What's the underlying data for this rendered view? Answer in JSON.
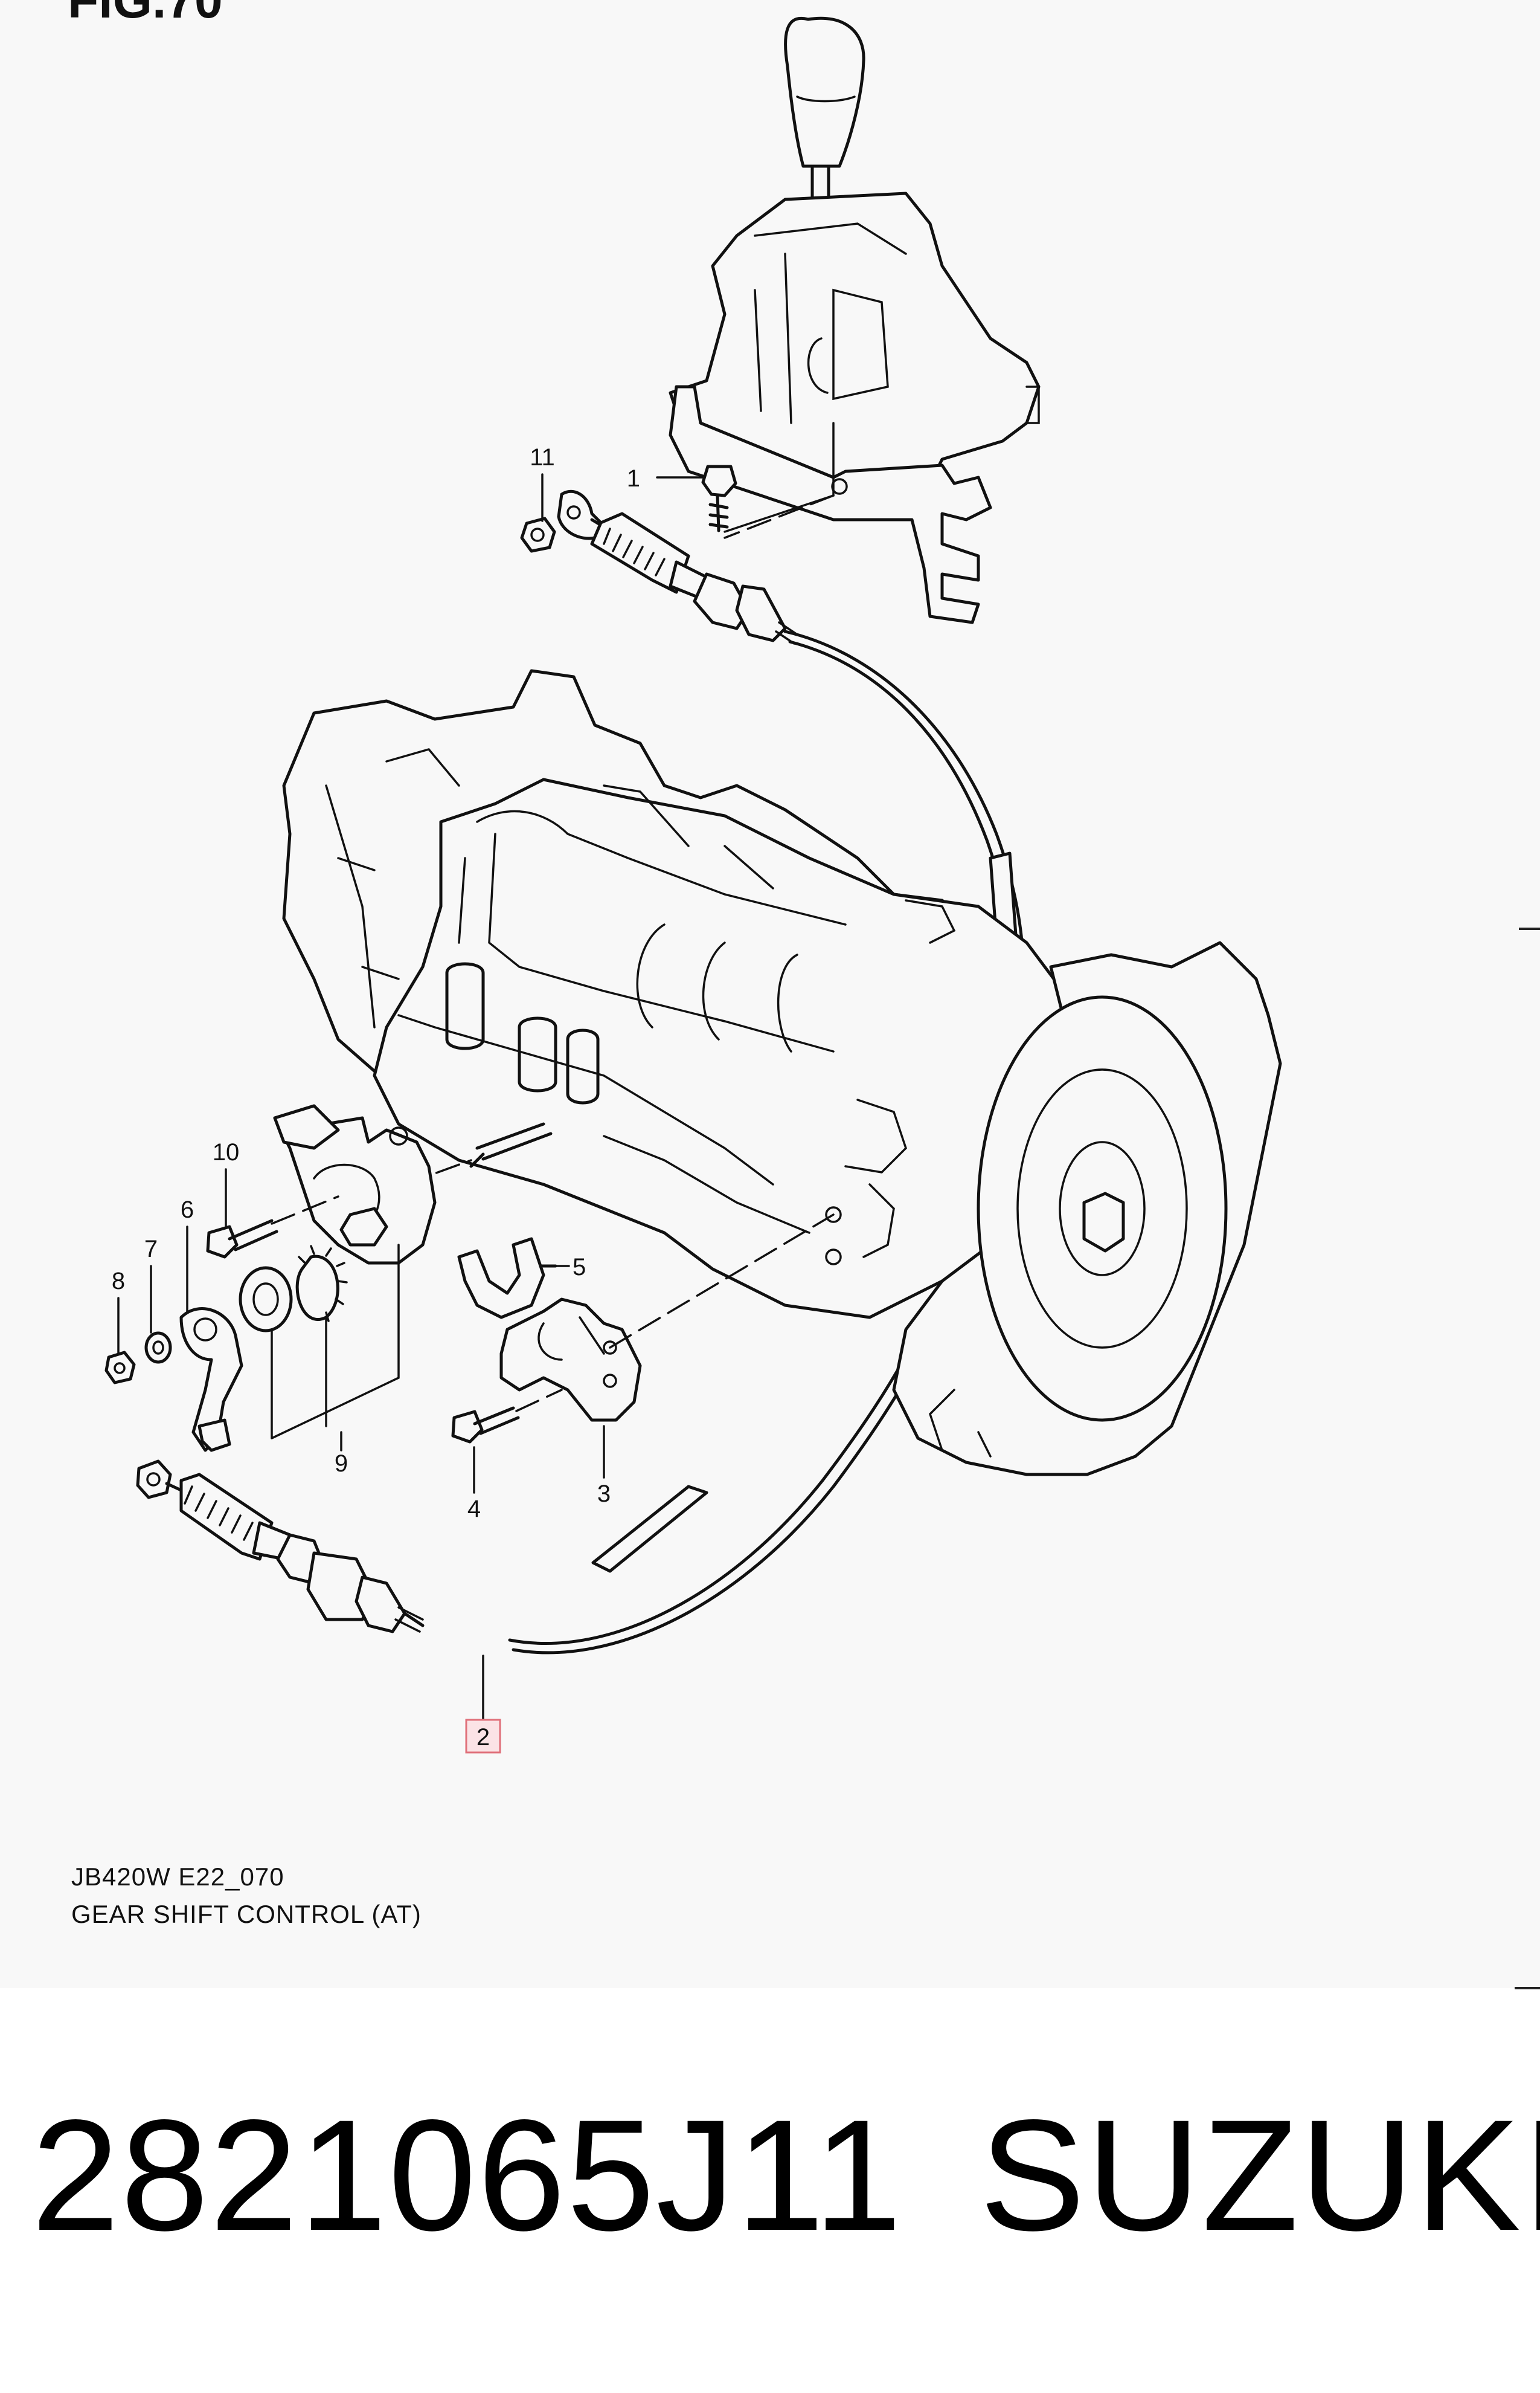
{
  "figure": {
    "label": "FIG.70"
  },
  "caption": {
    "code": "JB420W E22_070",
    "title": "GEAR SHIFT CONTROL (AT)"
  },
  "callouts": [
    {
      "id": "c1",
      "text": "1",
      "highlighted": false
    },
    {
      "id": "c2",
      "text": "2",
      "highlighted": true
    },
    {
      "id": "c3",
      "text": "3",
      "highlighted": false
    },
    {
      "id": "c4",
      "text": "4",
      "highlighted": false
    },
    {
      "id": "c5",
      "text": "5",
      "highlighted": false
    },
    {
      "id": "c6",
      "text": "6",
      "highlighted": false
    },
    {
      "id": "c7",
      "text": "7",
      "highlighted": false
    },
    {
      "id": "c8",
      "text": "8",
      "highlighted": false
    },
    {
      "id": "c9",
      "text": "9",
      "highlighted": false
    },
    {
      "id": "c10",
      "text": "10",
      "highlighted": false
    },
    {
      "id": "c11",
      "text": "11",
      "highlighted": false
    }
  ],
  "colors": {
    "highlight_border": "#e0707a",
    "highlight_fill": "#fbe3e6",
    "line": "#111111"
  },
  "footer": {
    "part_number": "2821065J11",
    "brand": "SUZUKI"
  }
}
